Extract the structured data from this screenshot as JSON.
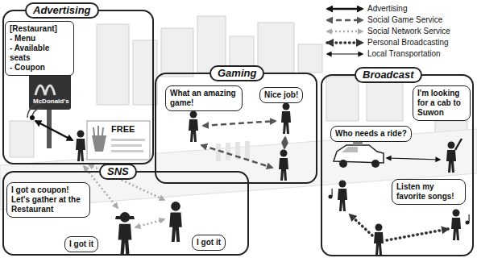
{
  "diagram": {
    "nodes": [
      {
        "text": [
          "Advertising"
        ]
      },
      {
        "text": [
          "[Restaurant]",
          "- Menu",
          "- Available seats",
          "- Coupon"
        ],
        "in": 0
      },
      {
        "text": [
          "SNS"
        ]
      },
      {
        "text": [
          "I got a coupon! Let's gather at the Restaurant"
        ],
        "in": 2
      },
      {
        "text": [
          "I got it"
        ],
        "in": 2
      },
      {
        "text": [
          "I got it"
        ],
        "in": 2
      },
      {
        "text": [
          "Gaming"
        ]
      },
      {
        "text": [
          "What an amazing game!"
        ],
        "in": 6
      },
      {
        "text": [
          "Nice job!"
        ],
        "in": 6
      },
      {
        "text": [
          "Broadcast"
        ]
      },
      {
        "text": [
          "Who needs a ride?"
        ],
        "in": 9
      },
      {
        "text": [
          "I'm looking for a cab to Suwon"
        ],
        "in": 9
      },
      {
        "text": [
          "Listen my favorite songs!"
        ],
        "in": 9
      }
    ],
    "labels": [
      "McDonald's",
      "FREE"
    ],
    "legend": [
      {
        "text": "Advertising"
      },
      {
        "text": "Social Game Service"
      },
      {
        "text": "Social Network Service"
      },
      {
        "text": "Personal Broadcasting"
      },
      {
        "text": "Local Transportation"
      }
    ]
  }
}
